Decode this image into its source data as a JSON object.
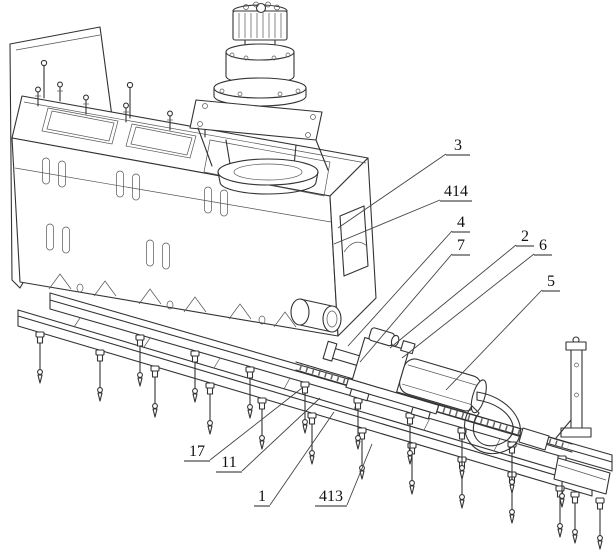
{
  "figure": {
    "background": "#ffffff",
    "line_color": "#333333",
    "callouts": [
      {
        "text": "3"
      },
      {
        "text": "414"
      },
      {
        "text": "4"
      },
      {
        "text": "7"
      },
      {
        "text": "2"
      },
      {
        "text": "6"
      },
      {
        "text": "5"
      },
      {
        "text": "17"
      },
      {
        "text": "11"
      },
      {
        "text": "1"
      },
      {
        "text": "413"
      }
    ]
  }
}
